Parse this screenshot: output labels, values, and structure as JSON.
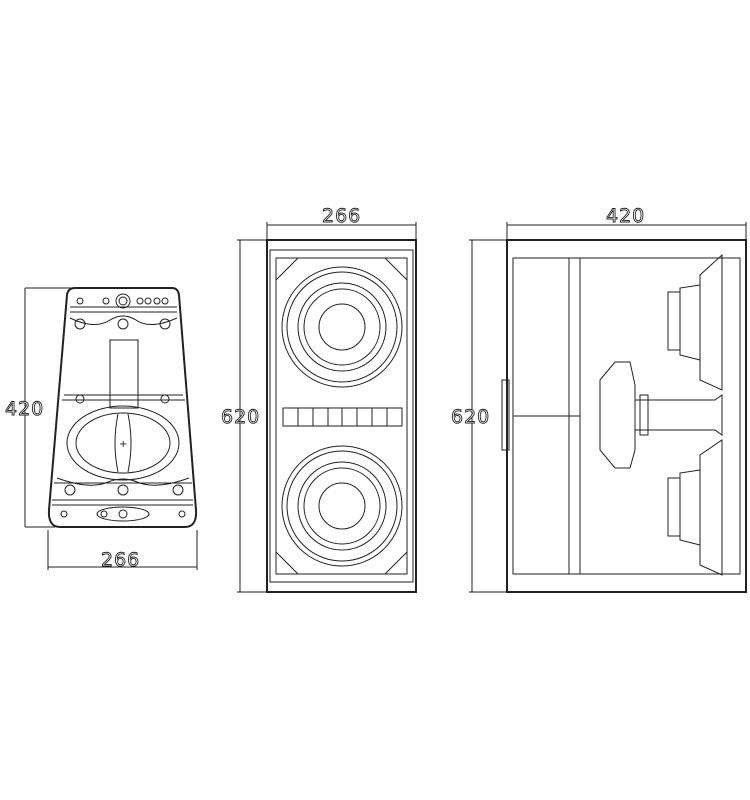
{
  "front_view": {
    "height_label": "420",
    "width_label": "266"
  },
  "side_view": {
    "width_label": "266",
    "height_label": "620"
  },
  "depth_view": {
    "width_label": "420",
    "height_label": "620"
  },
  "colors": {
    "line": "#222222",
    "background": "#ffffff"
  }
}
